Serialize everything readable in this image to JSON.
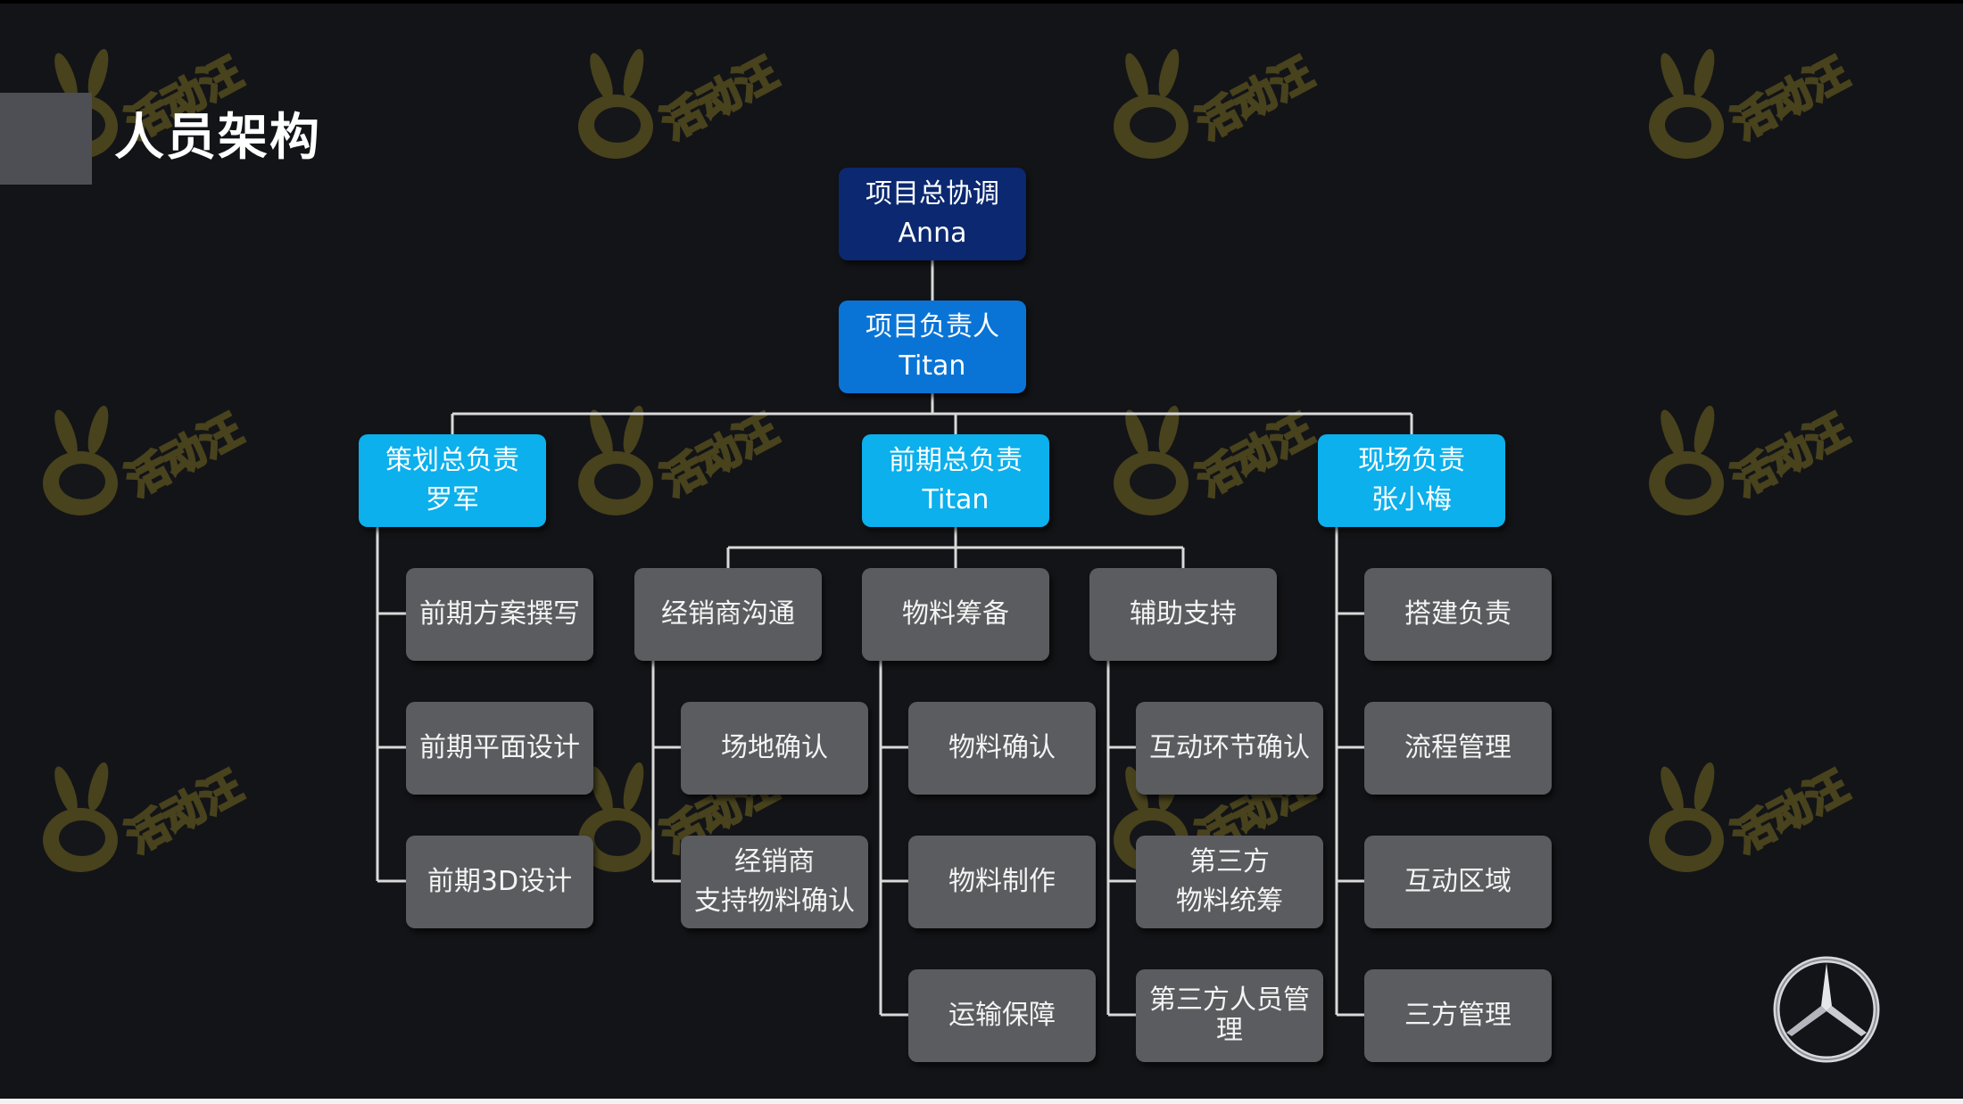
{
  "page": {
    "title": "人员架构"
  },
  "org": {
    "coordinator": {
      "role": "项目总协调",
      "name": "Anna"
    },
    "lead": {
      "role": "项目负责人",
      "name": "Titan"
    },
    "branches": [
      {
        "role": "策划总负责",
        "name": "罗军",
        "tasks": [
          "前期方案撰写",
          "前期平面设计",
          "前期3D设计"
        ]
      },
      {
        "role": "前期总负责",
        "name": "Titan",
        "groups": [
          {
            "title": "经销商沟通",
            "items": [
              [
                "场地确认"
              ],
              [
                "经销商",
                "支持物料确认"
              ]
            ]
          },
          {
            "title": "物料筹备",
            "items": [
              [
                "物料确认"
              ],
              [
                "物料制作"
              ],
              [
                "运输保障"
              ]
            ]
          },
          {
            "title": "辅助支持",
            "items": [
              [
                "互动环节确认"
              ],
              [
                "第三方",
                "物料统筹"
              ],
              [
                "第三方人员管",
                "理"
              ]
            ]
          }
        ]
      },
      {
        "role": "现场负责",
        "name": "张小梅",
        "tasks": [
          "搭建负责",
          "流程管理",
          "互动区域",
          "三方管理"
        ]
      }
    ]
  },
  "watermark": {
    "text": "活动汪",
    "color": "#b9a22a"
  },
  "colors": {
    "level0": "#0b2870",
    "level1": "#0a74d6",
    "level2": "#0bb0ec",
    "task": "#5b5c5f",
    "connector": "#d9d9d9"
  },
  "icons": {
    "brand_logo": "three-pointed-star-icon",
    "watermark_mascot": "bunny-mascot-icon"
  }
}
